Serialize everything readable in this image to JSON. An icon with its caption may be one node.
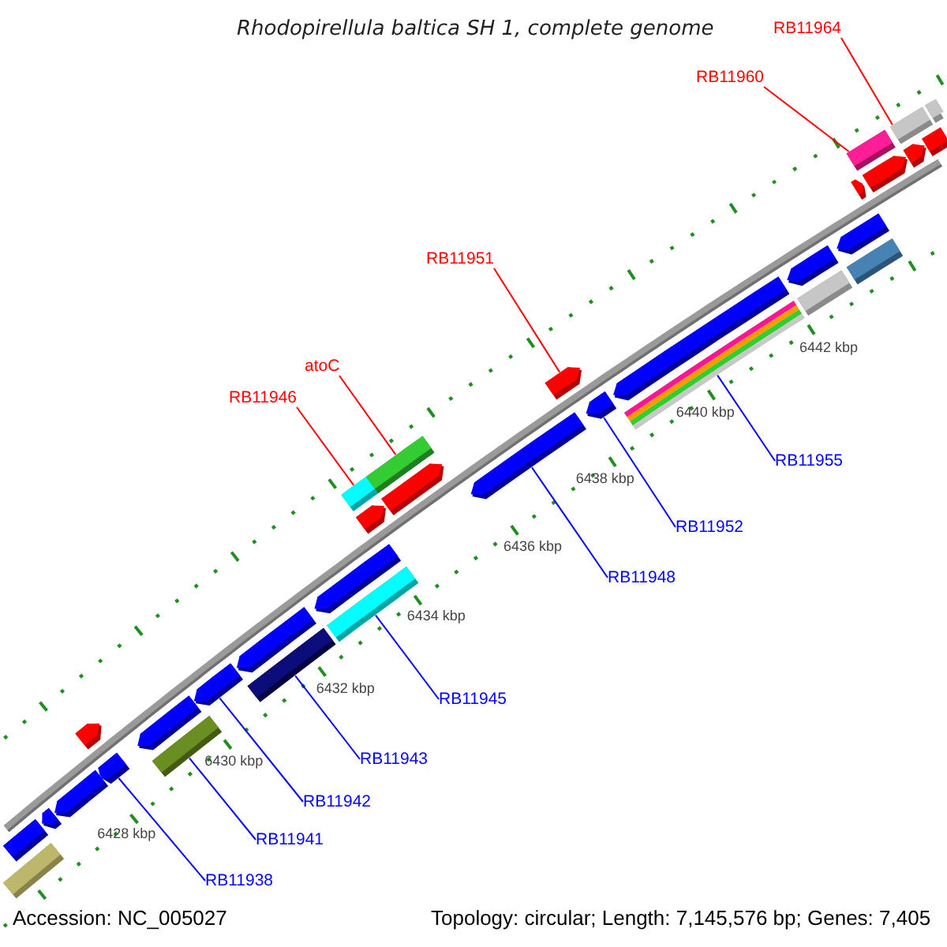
{
  "diagram": {
    "title": "Rhodopirellula baltica SH 1, complete genome",
    "nodes": [
      {
        "text": [
          "RB11964"
        ]
      },
      {
        "text": [
          "RB11960"
        ]
      },
      {
        "text": [
          "RB11951"
        ]
      },
      {
        "text": [
          "atoC"
        ]
      },
      {
        "text": [
          "RB11946"
        ]
      },
      {
        "text": [
          "RB11955"
        ]
      },
      {
        "text": [
          "RB11952"
        ]
      },
      {
        "text": [
          "RB11948"
        ]
      },
      {
        "text": [
          "RB11945"
        ]
      },
      {
        "text": [
          "RB11943"
        ]
      },
      {
        "text": [
          "RB11942"
        ]
      },
      {
        "text": [
          "RB11941"
        ]
      },
      {
        "text": [
          "RB11938"
        ]
      },
      {
        "text": [],
        "shape": "bar"
      },
      {
        "text": [],
        "shape": "bar"
      },
      {
        "text": [],
        "shape": "bar"
      },
      {
        "text": [],
        "shape": "bar"
      },
      {
        "text": [],
        "shape": "bar"
      },
      {
        "text": [],
        "shape": "bar"
      },
      {
        "text": [],
        "shape": "bar"
      },
      {
        "text": [],
        "shape": "bar"
      },
      {
        "text": [],
        "shape": "bar"
      },
      {
        "text": [],
        "shape": "bar"
      },
      {
        "text": [],
        "shape": "bar"
      },
      {
        "text": [],
        "shape": "bar"
      },
      {
        "text": [],
        "shape": "bar"
      },
      {
        "text": [],
        "shape": "bar"
      },
      {
        "text": [],
        "shape": "bar"
      },
      {
        "text": [],
        "shape": "bar"
      },
      {
        "text": [],
        "shape": "bar"
      },
      {
        "text": [],
        "shape": "bar"
      },
      {
        "text": [],
        "shape": "bar"
      },
      {
        "text": [],
        "shape": "bar"
      },
      {
        "text": [],
        "shape": "bar"
      },
      {
        "text": [],
        "shape": "bar"
      },
      {
        "text": [],
        "shape": "bar"
      },
      {
        "text": [],
        "shape": "bar"
      },
      {
        "text": [],
        "shape": "bar"
      },
      {
        "text": [],
        "shape": "bar"
      },
      {
        "text": [],
        "shape": "bar"
      },
      {
        "text": [],
        "shape": "bar"
      },
      {
        "text": [],
        "shape": "bar"
      },
      {
        "text": [],
        "shape": "bar"
      },
      {
        "text": [],
        "shape": "bar"
      },
      {
        "text": [],
        "shape": "bar"
      },
      {
        "text": [],
        "shape": "bar"
      },
      {
        "text": [],
        "shape": "bar"
      }
    ],
    "edges": [
      {
        "from": 0,
        "to": 14,
        "arrow": "none",
        "color": "#ff0000"
      },
      {
        "from": 1,
        "to": 15,
        "arrow": "none",
        "color": "#ff0000"
      },
      {
        "from": 2,
        "to": 23,
        "arrow": "none",
        "color": "#ff0000"
      },
      {
        "from": 3,
        "to": 16,
        "arrow": "none",
        "color": "#ff0000"
      },
      {
        "from": 4,
        "to": 17,
        "arrow": "none",
        "color": "#ff0000"
      },
      {
        "from": 5,
        "to": 42,
        "arrow": "none"
      },
      {
        "from": 6,
        "to": 30,
        "arrow": "none"
      },
      {
        "from": 7,
        "to": 31,
        "arrow": "none"
      },
      {
        "from": 8,
        "to": 43,
        "arrow": "none"
      },
      {
        "from": 9,
        "to": 44,
        "arrow": "none"
      },
      {
        "from": 10,
        "to": 34,
        "arrow": "none"
      },
      {
        "from": 11,
        "to": 45,
        "arrow": "none"
      },
      {
        "from": 12,
        "to": 36,
        "arrow": "none"
      }
    ],
    "labels": [
      "6442 kbp",
      "6440 kbp",
      "6438 kbp",
      "6436 kbp",
      "6434 kbp",
      "6432 kbp",
      "6430 kbp",
      "6428 kbp",
      "Accession: NC_005027",
      "Topology: circular; Length: 7,145,576 bp; Genes: 7,405"
    ]
  }
}
